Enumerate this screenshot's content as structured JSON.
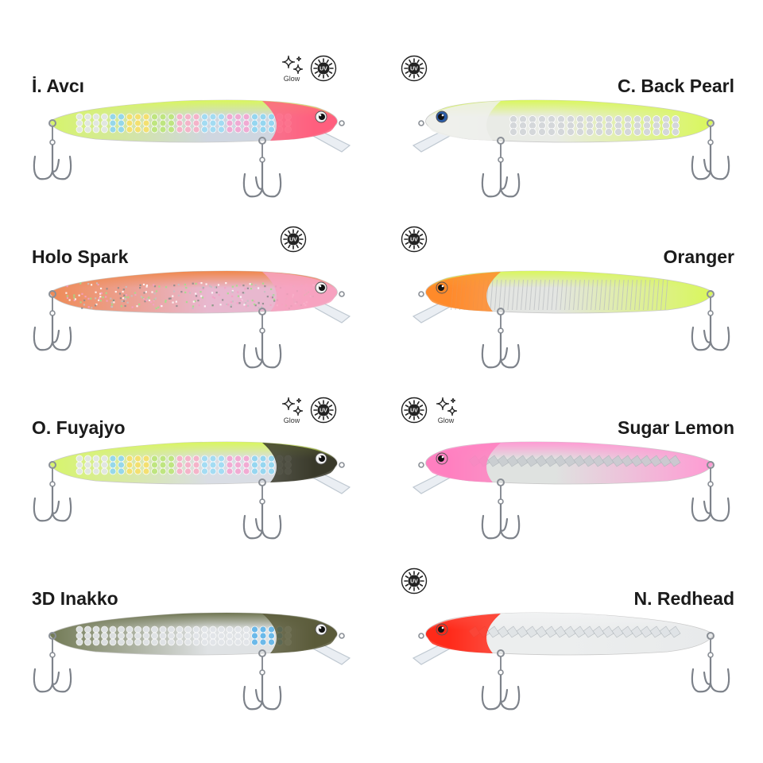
{
  "badges": {
    "glow_label": "Glow",
    "uv_label": "UV"
  },
  "lures": [
    {
      "id": "avci",
      "name": "İ. Avcı",
      "side": "left",
      "glow": true,
      "uv": true,
      "head": "#ff5f7e",
      "back": "#d9f75a",
      "belly": "#cfd6e0",
      "tail": "#d7f56a",
      "eye": "#f2f2f2",
      "pattern": "dots-rainbow"
    },
    {
      "id": "back-pearl",
      "name": "C. Back Pearl",
      "side": "right",
      "glow": false,
      "uv": true,
      "head": "#eef0ec",
      "back": "#d9f75a",
      "belly": "#e9ebe6",
      "tail": "#d9f75a",
      "eye": "#2b5da8",
      "pattern": "scales-silver"
    },
    {
      "id": "holo-spark",
      "name": "Holo Spark",
      "side": "left",
      "glow": false,
      "uv": true,
      "head": "#f7a2c0",
      "back": "#f0874a",
      "belly": "#e8b8cf",
      "tail": "#ef8a55",
      "eye": "#f2f2f2",
      "pattern": "holo"
    },
    {
      "id": "oranger",
      "name": "Oranger",
      "side": "right",
      "glow": false,
      "uv": true,
      "head": "#ff8a2a",
      "back": "#d9f75a",
      "belly": "#e3e5e2",
      "tail": "#d9f75a",
      "eye": "#ff8a2a",
      "pattern": "stripes-silver"
    },
    {
      "id": "fuyajyo",
      "name": "O. Fuyajyo",
      "side": "left",
      "glow": true,
      "uv": true,
      "head": "#3a3a2a",
      "back": "#d9f75a",
      "belly": "#d9dde4",
      "tail": "#d7f56a",
      "eye": "#f2f2f2",
      "pattern": "dots-rainbow"
    },
    {
      "id": "sugar-lemon",
      "name": "Sugar Lemon",
      "side": "right",
      "glow": true,
      "uv": true,
      "head": "#ff7fc0",
      "back": "#ff9ad3",
      "belly": "#dfe2e0",
      "tail": "#ff9ad3",
      "eye": "#ff7fc0",
      "pattern": "mirror"
    },
    {
      "id": "inakko",
      "name": "3D Inakko",
      "side": "left",
      "glow": false,
      "uv": false,
      "head": "#5a5a3a",
      "back": "#6e7450",
      "belly": "#dfe2e4",
      "tail": "#727a55",
      "eye": "#f2f2f2",
      "pattern": "dots-blue"
    },
    {
      "id": "redhead",
      "name": "N. Redhead",
      "side": "right",
      "glow": false,
      "uv": true,
      "head": "#ff2a1a",
      "back": "#f1f2f3",
      "belly": "#eceeee",
      "tail": "#e8eaeb",
      "eye": "#ff2a1a",
      "pattern": "mirror-light"
    }
  ]
}
